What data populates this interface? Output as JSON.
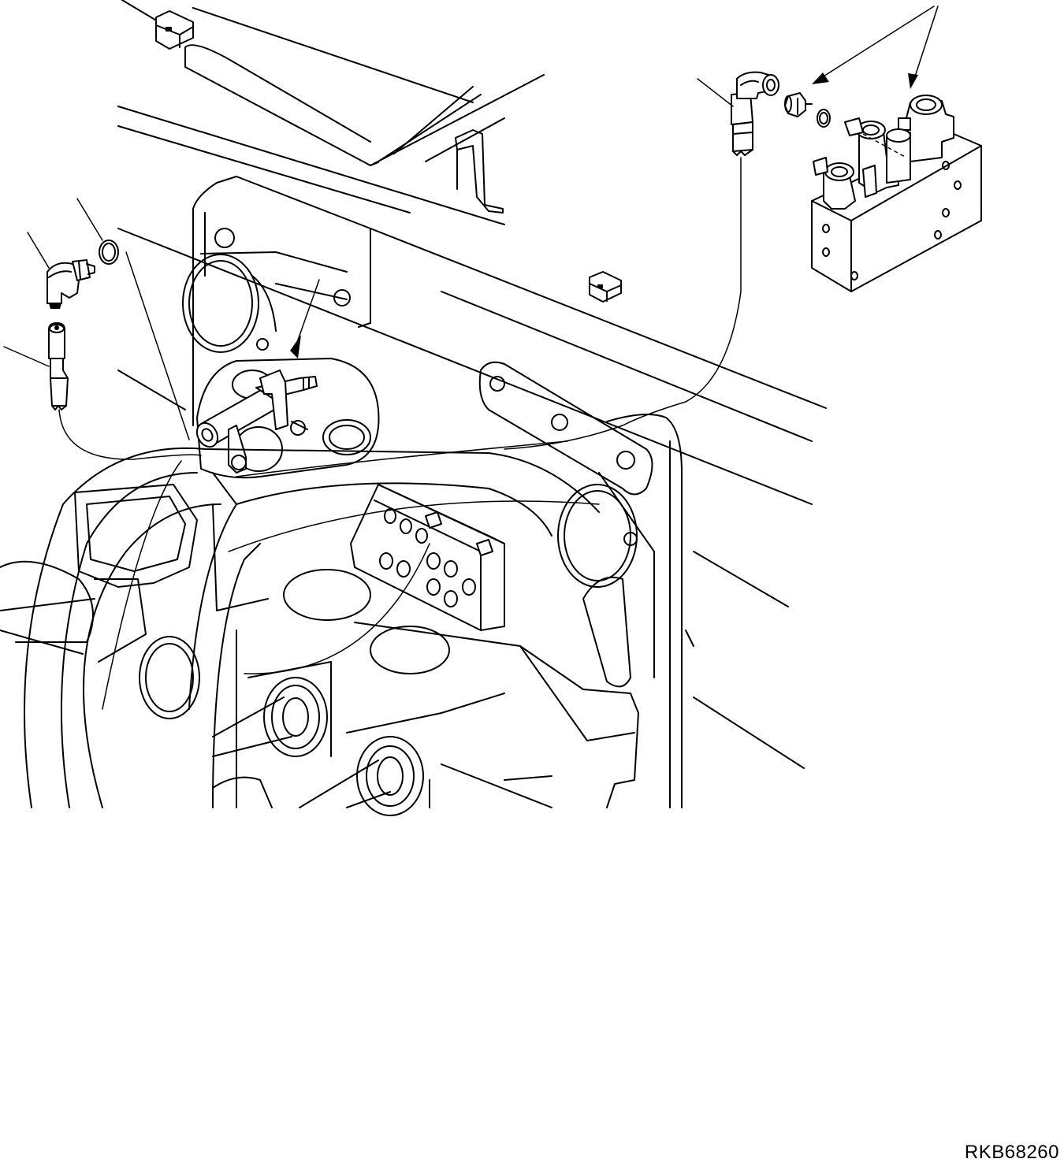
{
  "figure": {
    "code": "RKB68260"
  },
  "callouts": [
    {
      "id": "callout-leader-hose-left",
      "points_to": "hose-end-left"
    },
    {
      "id": "callout-leader-elbow-left",
      "points_to": "elbow-fitting-left"
    },
    {
      "id": "callout-leader-oring-left",
      "points_to": "o-ring-left"
    },
    {
      "id": "callout-leader-sensor",
      "points_to": "pressure-sensor"
    },
    {
      "id": "callout-leader-hose-right",
      "points_to": "hose-end-right"
    },
    {
      "id": "callout-leader-adapter-right",
      "points_to": "adapter-and-o-ring-right"
    }
  ]
}
